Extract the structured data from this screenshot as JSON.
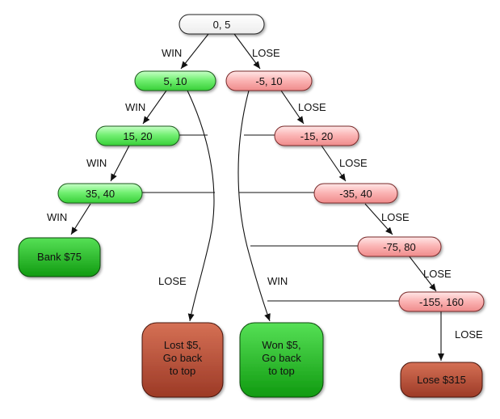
{
  "nodes": {
    "root": "0, 5",
    "w1": "5, 10",
    "l1": "-5, 10",
    "w2": "15, 20",
    "l2": "-15, 20",
    "w3": "35, 40",
    "l3": "-35, 40",
    "l4": "-75, 80",
    "l5": "-155, 160"
  },
  "outcomes": {
    "bank": "Bank $75",
    "lost": [
      "Lost $5,",
      "Go back",
      "to top"
    ],
    "won": [
      "Won $5,",
      "Go back",
      "to top"
    ],
    "lose_total": "Lose $315"
  },
  "edge_labels": {
    "root_win": "WIN",
    "root_lose": "LOSE",
    "w1_win": "WIN",
    "l1_lose": "LOSE",
    "w2_win": "WIN",
    "l2_lose": "LOSE",
    "w3_win": "WIN",
    "l3_lose": "LOSE",
    "lost_lose": "LOSE",
    "won_win": "WIN",
    "l4_lose": "LOSE",
    "l5_lose": "LOSE"
  },
  "colors": {
    "win_node": "#5fe35f",
    "lose_node": "#f7a9a9",
    "root_node": "#ffffff",
    "bank_node": "#22b522",
    "lost_node": "#b94a35",
    "won_node": "#22b522"
  }
}
